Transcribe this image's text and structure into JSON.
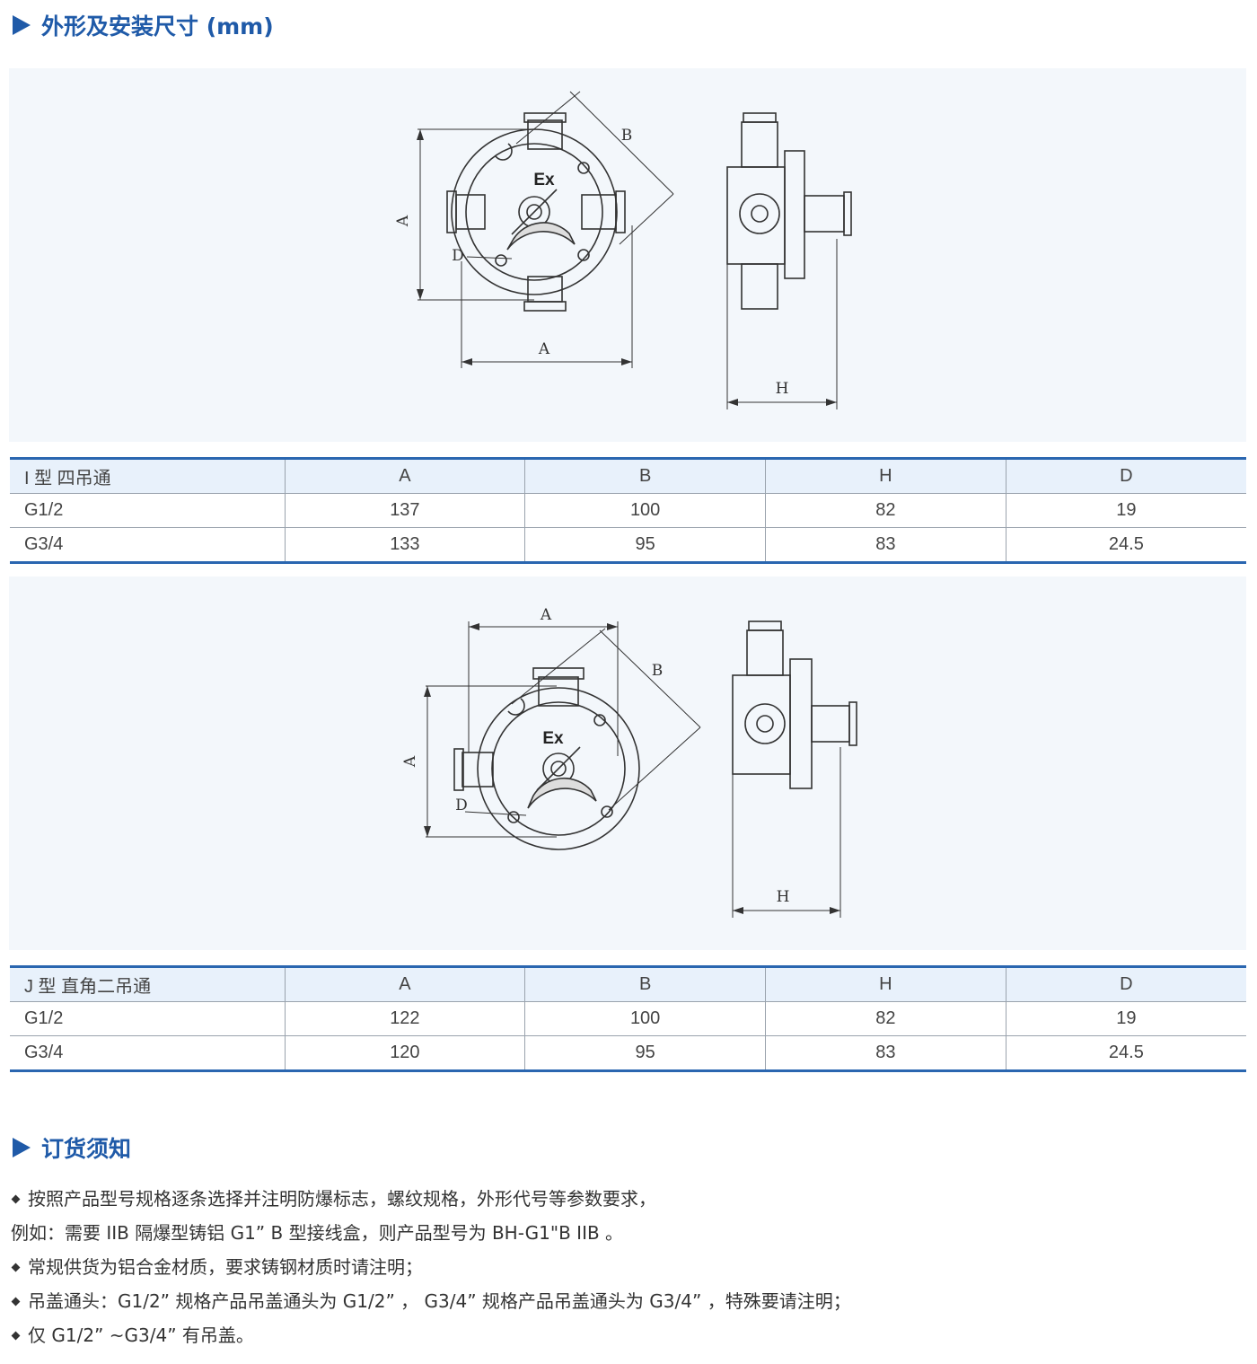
{
  "section1": {
    "title": "外形及安装尺寸 (mm)"
  },
  "drawing1": {
    "dimension_labels": {
      "a_vertical": "A",
      "a_horizontal": "A",
      "b": "B",
      "d": "D",
      "h": "H"
    },
    "nameplate": "Ex"
  },
  "table1": {
    "headers": [
      "I 型 四吊通",
      "A",
      "B",
      "H",
      "D"
    ],
    "rows": [
      [
        "G1/2",
        "137",
        "100",
        "82",
        "19"
      ],
      [
        "G3/4",
        "133",
        "95",
        "83",
        "24.5"
      ]
    ]
  },
  "drawing2": {
    "dimension_labels": {
      "a_vertical": "A",
      "a_horizontal": "A",
      "b": "B",
      "d": "D",
      "h": "H"
    },
    "nameplate": "Ex"
  },
  "table2": {
    "headers": [
      "J 型 直角二吊通",
      "A",
      "B",
      "H",
      "D"
    ],
    "rows": [
      [
        "G1/2",
        "122",
        "100",
        "82",
        "19"
      ],
      [
        "G3/4",
        "120",
        "95",
        "83",
        "24.5"
      ]
    ]
  },
  "section2": {
    "title": "订货须知"
  },
  "notes": {
    "line1": "按照产品型号规格逐条选择并注明防爆标志，螺纹规格，外形代号等参数要求，",
    "line2": "例如：需要 IIB 隔爆型铸铝 G1” B 型接线盒，则产品型号为 BH-G1\"B IIB 。",
    "line3": "常规供货为铝合金材质，要求铸钢材质时请注明；",
    "line4": "吊盖通头：G1/2” 规格产品吊盖通头为 G1/2” ， G3/4” 规格产品吊盖通头为 G3/4” ，特殊要请注明；",
    "line5": "仅 G1/2” ~G3/4” 有吊盖。"
  },
  "colors": {
    "accent": "#1f5aa8",
    "panel_bg": "#f3f7fb",
    "table_head_bg": "#e8f1fb",
    "table_rule": "#2a66b0"
  }
}
